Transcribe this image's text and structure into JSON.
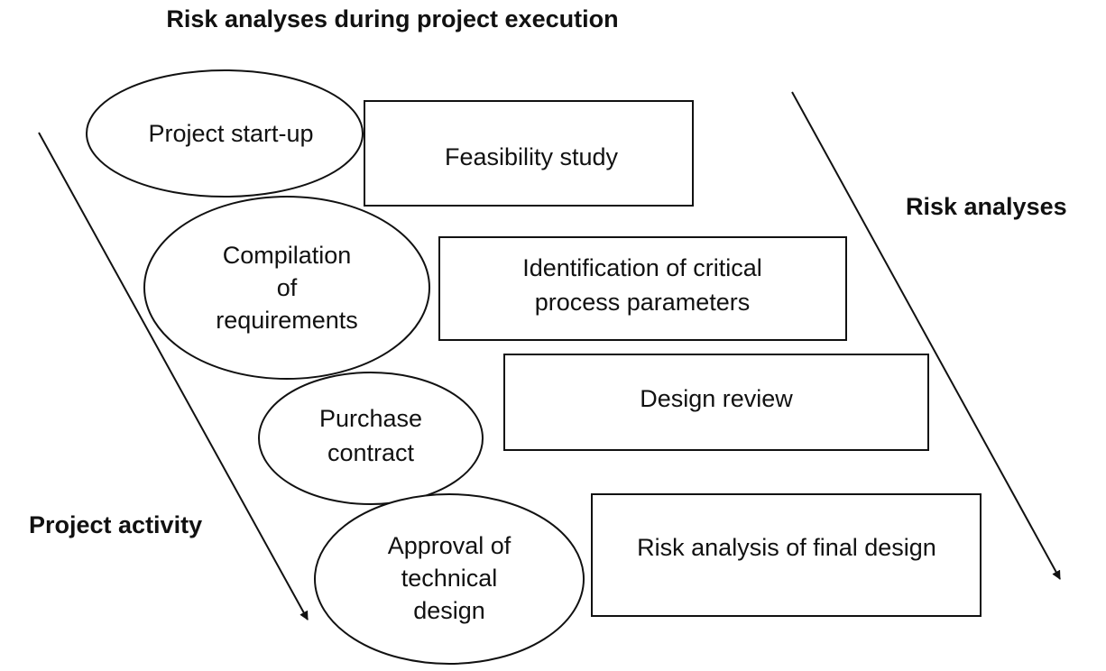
{
  "title": "Risk analyses during project execution",
  "axes": {
    "left_label": "Project activity",
    "right_label": "Risk analyses"
  },
  "project_activities": [
    {
      "lines": [
        "Project start-up"
      ]
    },
    {
      "lines": [
        "Compilation",
        "of",
        "requirements"
      ]
    },
    {
      "lines": [
        "Purchase",
        "contract"
      ]
    },
    {
      "lines": [
        "Approval of",
        "technical",
        "design"
      ]
    }
  ],
  "risk_analyses": [
    {
      "lines": [
        "Feasibility study"
      ]
    },
    {
      "lines": [
        "Identification of critical",
        "process parameters"
      ]
    },
    {
      "lines": [
        "Design review"
      ]
    },
    {
      "lines": [
        "Risk analysis of final design"
      ]
    }
  ]
}
